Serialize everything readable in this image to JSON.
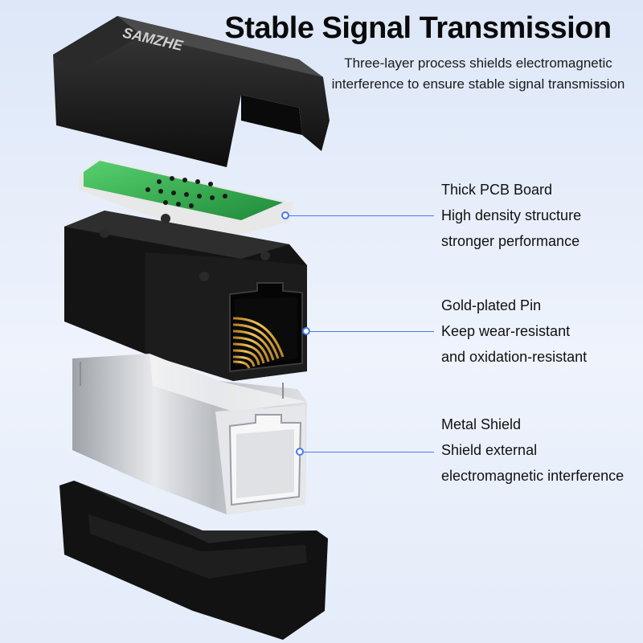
{
  "header": {
    "title": "Stable Signal Transmission",
    "subtitle": "Three-layer process shields electromagnetic interference to ensure stable signal transmission"
  },
  "product": {
    "brand_mark": "SAMZHE",
    "illustration": "exploded-view-rj45-coupler"
  },
  "callouts": [
    {
      "title": "Thick PCB Board",
      "lines": [
        "High density structure",
        "stronger performance"
      ]
    },
    {
      "title": "Gold-plated Pin",
      "lines": [
        "Keep wear-resistant",
        "and oxidation-resistant"
      ]
    },
    {
      "title": "Metal Shield",
      "lines": [
        "Shield external",
        "electromagnetic interference"
      ]
    }
  ],
  "colors": {
    "background": "#e6edfa",
    "accent": "#4a7af0",
    "pcb": "#2fae4f",
    "housing": "#151515",
    "gold": "#d4a33a",
    "metal": "#c9ccd1"
  }
}
